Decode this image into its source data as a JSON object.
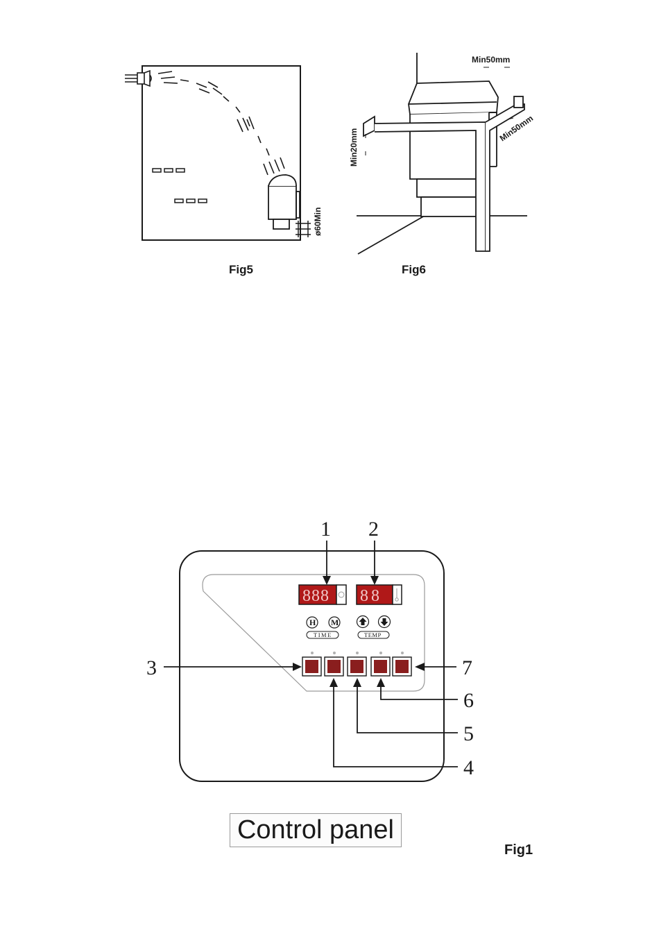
{
  "fig5": {
    "caption": "Fig5",
    "dimension_label": "ø60Min"
  },
  "fig6": {
    "caption": "Fig6",
    "top_clearance": "Min50mm",
    "side_clearance": "Min50mm",
    "wall_clearance": "Min20mm"
  },
  "fig1": {
    "caption": "Fig1",
    "panel_label": "Control panel",
    "button_glyphs": {
      "hours": "H",
      "minutes": "M",
      "up_arrow": "up-arrow-icon",
      "down_arrow": "down-arrow-icon"
    },
    "button_group_labels": {
      "time": "TIME",
      "temp": "TEMP"
    },
    "displays": {
      "time_digits": "888",
      "temp_digits": "88"
    },
    "callouts": [
      "1",
      "2",
      "3",
      "4",
      "5",
      "6",
      "7"
    ]
  },
  "colors": {
    "ink": "#1a1a1a",
    "display_bg": "#b01818",
    "button_red": "#8a1e1e",
    "indicator": "#b0b0b0"
  }
}
